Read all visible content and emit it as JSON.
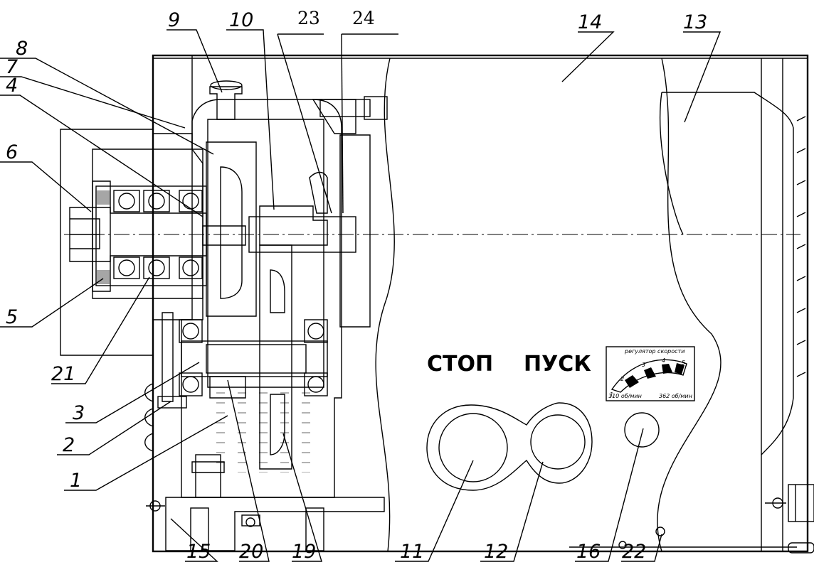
{
  "callouts": [
    {
      "id": "c9",
      "text": "9"
    },
    {
      "id": "c10",
      "text": "10"
    },
    {
      "id": "c23",
      "text": "23"
    },
    {
      "id": "c24",
      "text": "24"
    },
    {
      "id": "c14",
      "text": "14"
    },
    {
      "id": "c13",
      "text": "13"
    },
    {
      "id": "c8",
      "text": "8"
    },
    {
      "id": "c7",
      "text": "7"
    },
    {
      "id": "c4",
      "text": "4"
    },
    {
      "id": "c6",
      "text": "6"
    },
    {
      "id": "c5",
      "text": "5"
    },
    {
      "id": "c21",
      "text": "21"
    },
    {
      "id": "c3",
      "text": "3"
    },
    {
      "id": "c2",
      "text": "2"
    },
    {
      "id": "c1",
      "text": "1"
    },
    {
      "id": "c15",
      "text": "15"
    },
    {
      "id": "c20",
      "text": "20"
    },
    {
      "id": "c19",
      "text": "19"
    },
    {
      "id": "c11",
      "text": "11"
    },
    {
      "id": "c12",
      "text": "12"
    },
    {
      "id": "c16",
      "text": "16"
    },
    {
      "id": "c22",
      "text": "22"
    }
  ],
  "panel": {
    "stop_label": "СТОП",
    "start_label": "ПУСК"
  },
  "speed_plate": {
    "title": "регулятор скорости",
    "min_label": "110 об/мин",
    "max_label": "362 об/мин",
    "scale_marks": [
      "1",
      "2",
      "3",
      "4",
      "5"
    ]
  }
}
